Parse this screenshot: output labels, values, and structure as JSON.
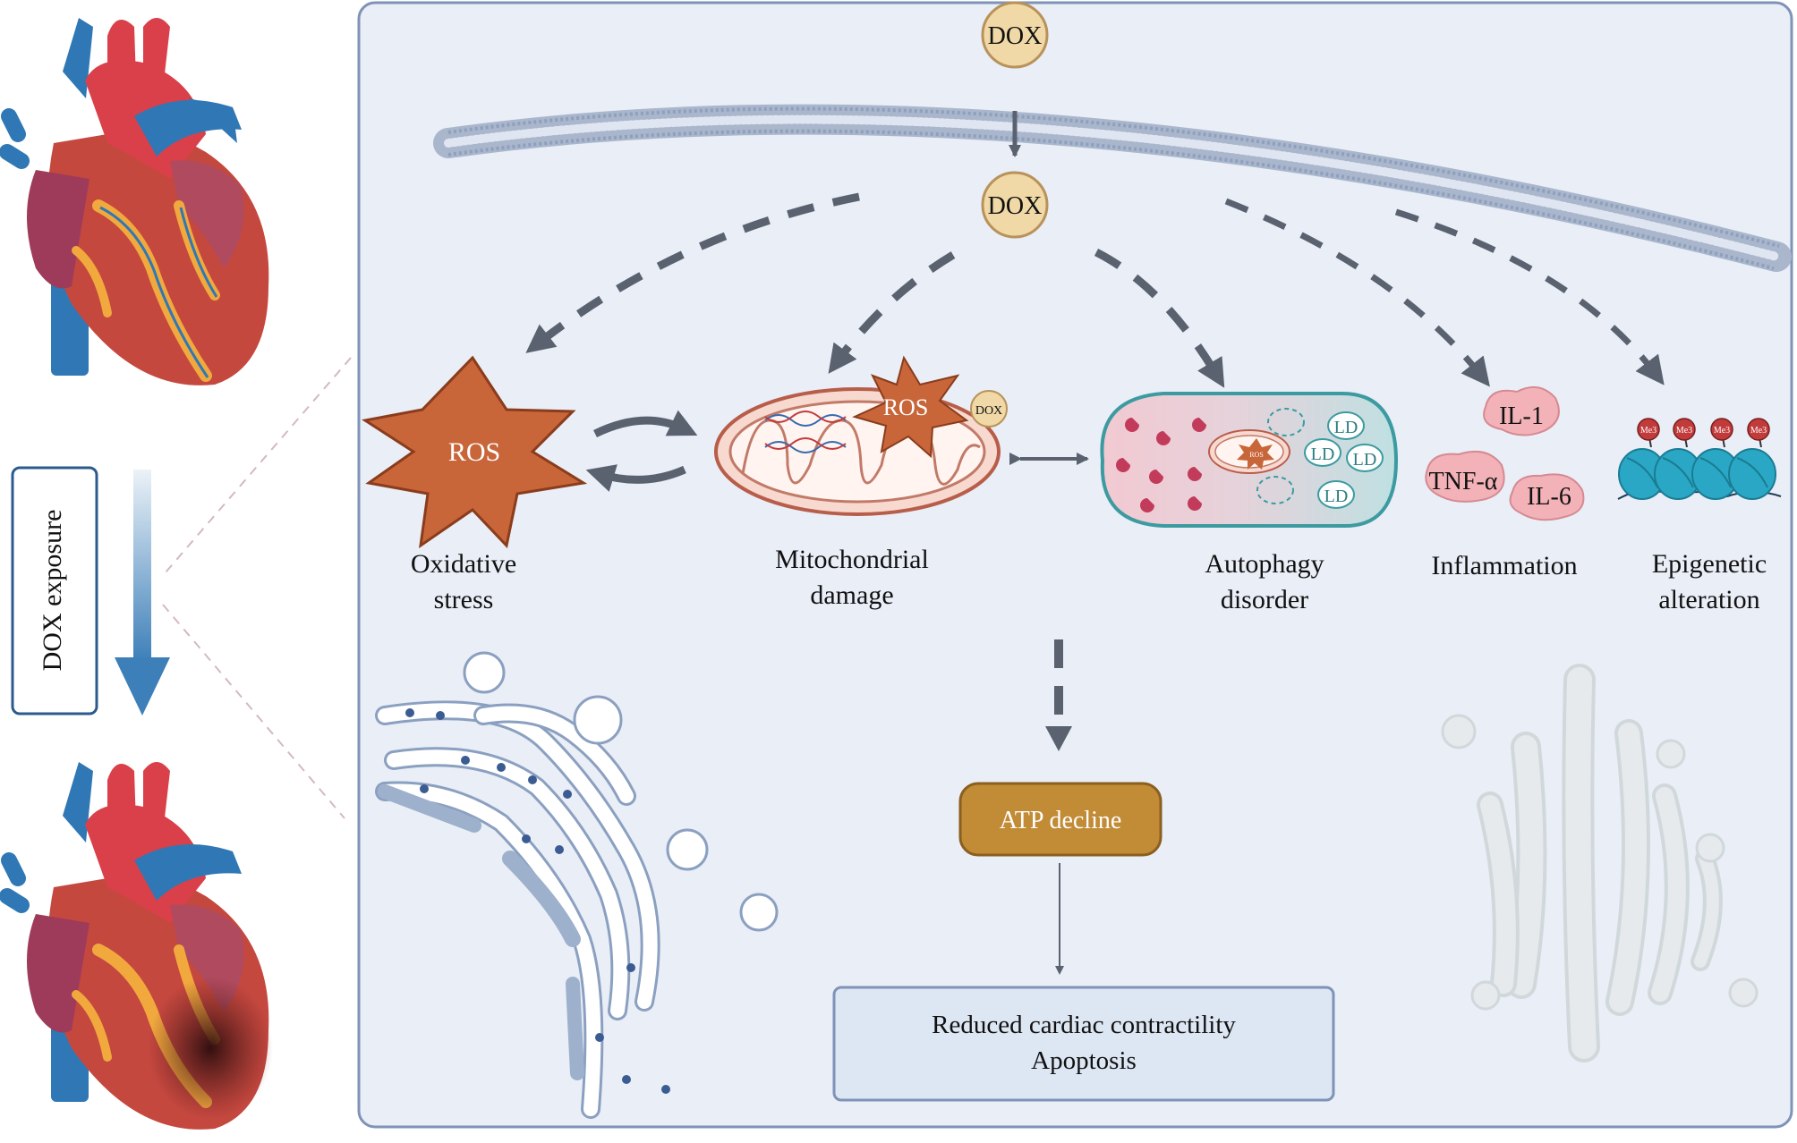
{
  "exposure_label": "DOX exposure",
  "dox_outside": "DOX",
  "dox_inside": "DOX",
  "colors": {
    "panel_fill": "#e9eef7",
    "panel_stroke": "#7f93b8",
    "ros_fill": "#c8663a",
    "atp_fill": "#c28b36",
    "dox_fill": "#f0d9a6",
    "arrow": "#5a6270",
    "membrane": "#a9b6cc"
  },
  "mechanisms": {
    "oxidative": {
      "label1": "Oxidative",
      "label2": "stress",
      "ros": "ROS"
    },
    "mitochondrial": {
      "label1": "Mitochondrial",
      "label2": "damage",
      "ros": "ROS",
      "dox": "DOX"
    },
    "autophagy": {
      "label1": "Autophagy",
      "label2": "disorder",
      "ld": "LD",
      "ros": "ROS"
    },
    "inflammation": {
      "label": "Inflammation",
      "il1": "IL-1",
      "tnf": "TNF-α",
      "il6": "IL-6"
    },
    "epigenetic": {
      "label1": "Epigenetic",
      "label2": "alteration",
      "me": "Me3"
    }
  },
  "atp": "ATP decline",
  "outcome": {
    "line1": "Reduced cardiac contractility",
    "line2": "Apoptosis"
  }
}
